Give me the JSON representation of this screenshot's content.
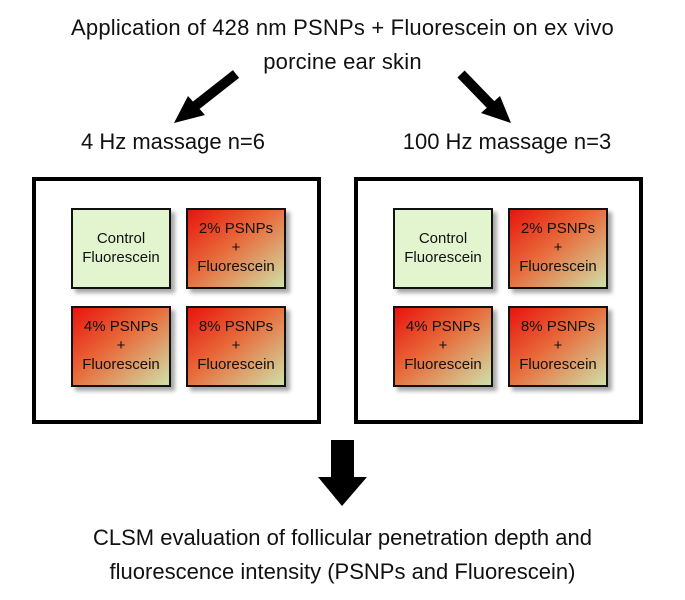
{
  "header": {
    "line1": "Application of 428 nm PSNPs + Fluorescein on ex vivo",
    "line2": "porcine ear skin"
  },
  "groups": [
    {
      "label": "4 Hz massage n=6",
      "cells": {
        "top_left": [
          "Control",
          "Fluorescein"
        ],
        "top_right": [
          "2% PSNPs",
          "+",
          "Fluorescein"
        ],
        "bottom_left": [
          "4% PSNPs",
          "+",
          "Fluorescein"
        ],
        "bottom_right": [
          "8% PSNPs",
          "+",
          "Fluorescein"
        ]
      }
    },
    {
      "label": "100 Hz massage n=3",
      "cells": {
        "top_left": [
          "Control",
          "Fluorescein"
        ],
        "top_right": [
          "2% PSNPs",
          "+",
          "Fluorescein"
        ],
        "bottom_left": [
          "4% PSNPs",
          "+",
          "Fluorescein"
        ],
        "bottom_right": [
          "8% PSNPs",
          "+",
          "Fluorescein"
        ]
      }
    }
  ],
  "footer": {
    "line1": "CLSM evaluation of follicular penetration depth and",
    "line2": "fluorescence intensity (PSNPs and Fluorescein)"
  },
  "colors": {
    "control_fill": "#e2f5cf",
    "treatment_gradient_start": "#e8140e",
    "treatment_gradient_end": "#cfe0a8",
    "border": "#000000"
  }
}
